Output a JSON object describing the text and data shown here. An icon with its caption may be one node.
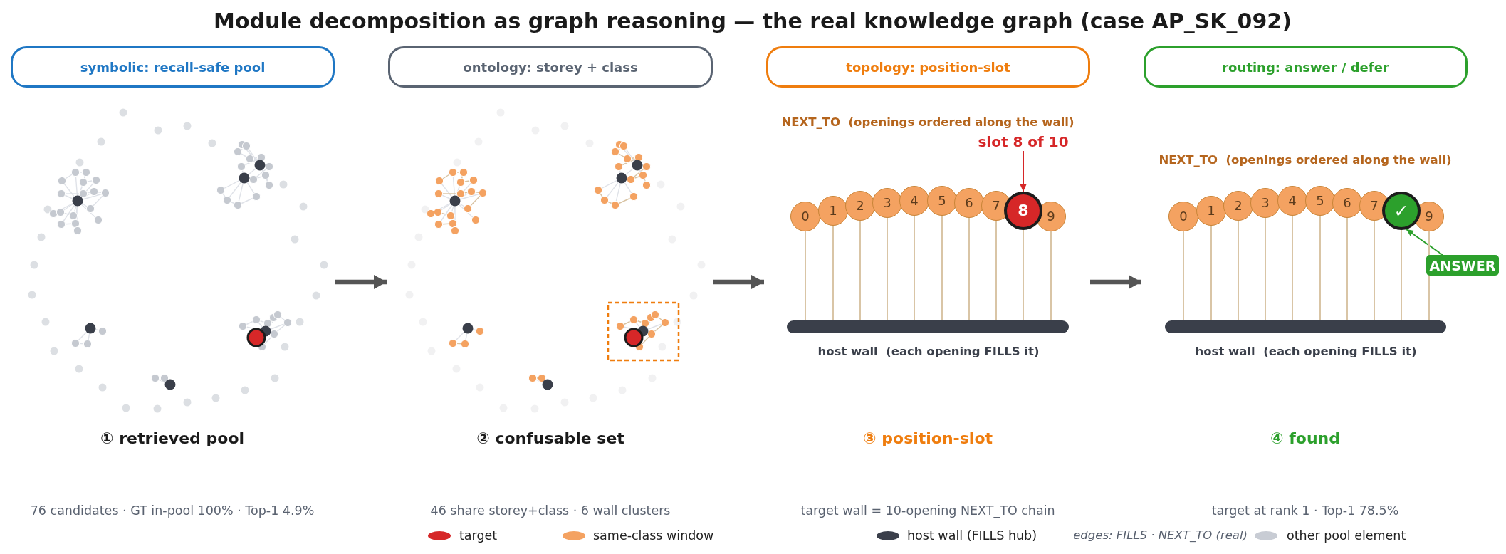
{
  "diagram": {
    "title": "Module decomposition as graph reasoning — the real knowledge graph (case AP_SK_092)",
    "nodes": [
      {
        "text": [
          "symbolic: recall-safe pool"
        ]
      },
      {
        "text": [
          "ontology: storey + class"
        ]
      },
      {
        "text": [
          "topology: position-slot"
        ]
      },
      {
        "text": [
          "routing: answer / defer"
        ]
      },
      {
        "text": [],
        "shape": "picture",
        "beside": [
          "① retrieved pool"
        ]
      },
      {
        "text": [],
        "shape": "picture",
        "beside": [
          "② confusable set"
        ]
      },
      {
        "text": [],
        "shape": "picture"
      },
      {
        "text": [
          "slot 8 of 10"
        ],
        "in": 6
      },
      {
        "text": [
          "0"
        ],
        "in": 6
      },
      {
        "text": [
          "1"
        ],
        "in": 6
      },
      {
        "text": [
          "2"
        ],
        "in": 6
      },
      {
        "text": [
          "3"
        ],
        "in": 6
      },
      {
        "text": [
          "4"
        ],
        "in": 6
      },
      {
        "text": [
          "5"
        ],
        "in": 6
      },
      {
        "text": [
          "6"
        ],
        "in": 6
      },
      {
        "text": [
          "7"
        ],
        "in": 6
      },
      {
        "text": [
          "8"
        ],
        "in": 6
      },
      {
        "text": [
          "9"
        ],
        "in": 6
      },
      {
        "text": [],
        "shape": "bar",
        "in": 6,
        "beside": [
          "host wall  (each opening FILLS it)"
        ]
      },
      {
        "text": [],
        "shape": "picture"
      },
      {
        "text": [
          "0"
        ],
        "in": 19
      },
      {
        "text": [
          "1"
        ],
        "in": 19
      },
      {
        "text": [
          "2"
        ],
        "in": 19
      },
      {
        "text": [
          "3"
        ],
        "in": 19
      },
      {
        "text": [
          "4"
        ],
        "in": 19
      },
      {
        "text": [
          "5"
        ],
        "in": 19
      },
      {
        "text": [
          "6"
        ],
        "in": 19
      },
      {
        "text": [
          "7"
        ],
        "in": 19
      },
      {
        "text": [
          "✓"
        ],
        "in": 19
      },
      {
        "text": [
          "9"
        ],
        "in": 19
      },
      {
        "text": [
          "ANSWER"
        ],
        "in": 19
      },
      {
        "text": [],
        "shape": "bar",
        "in": 19,
        "beside": [
          "host wall  (each opening FILLS it)"
        ]
      }
    ],
    "edges": [
      {
        "from": 4,
        "to": 5,
        "arrow": "to",
        "style": "thick",
        "color": "#555555"
      },
      {
        "from": 5,
        "to": 6,
        "arrow": "to",
        "style": "thick",
        "color": "#555555"
      },
      {
        "from": 6,
        "to": 19,
        "arrow": "to",
        "style": "thick",
        "color": "#555555"
      },
      {
        "from": 7,
        "to": 16,
        "arrow": "to",
        "color": "#d62728"
      },
      {
        "from": 8,
        "to": 18,
        "arrow": "none"
      },
      {
        "from": 9,
        "to": 18,
        "arrow": "none"
      },
      {
        "from": 10,
        "to": 18,
        "arrow": "none"
      },
      {
        "from": 11,
        "to": 18,
        "arrow": "none"
      },
      {
        "from": 12,
        "to": 18,
        "arrow": "none"
      },
      {
        "from": 13,
        "to": 18,
        "arrow": "none"
      },
      {
        "from": 14,
        "to": 18,
        "arrow": "none"
      },
      {
        "from": 15,
        "to": 18,
        "arrow": "none"
      },
      {
        "from": 16,
        "to": 18,
        "arrow": "none"
      },
      {
        "from": 17,
        "to": 18,
        "arrow": "none"
      },
      {
        "from": 30,
        "to": 28,
        "arrow": "to",
        "color": "#2ca02c"
      },
      {
        "from": 20,
        "to": 31,
        "arrow": "none"
      },
      {
        "from": 21,
        "to": 31,
        "arrow": "none"
      },
      {
        "from": 22,
        "to": 31,
        "arrow": "none"
      },
      {
        "from": 23,
        "to": 31,
        "arrow": "none"
      },
      {
        "from": 24,
        "to": 31,
        "arrow": "none"
      },
      {
        "from": 25,
        "to": 31,
        "arrow": "none"
      },
      {
        "from": 26,
        "to": 31,
        "arrow": "none"
      },
      {
        "from": 27,
        "to": 31,
        "arrow": "none"
      },
      {
        "from": 28,
        "to": 31,
        "arrow": "none"
      },
      {
        "from": 29,
        "to": 31,
        "arrow": "none"
      }
    ],
    "labels": [
      "NEXT_TO  (openings ordered along the wall)",
      "NEXT_TO  (openings ordered along the wall)",
      "③ position-slot",
      "④ found",
      "76 candidates · GT in-pool 100% · Top-1 4.9%",
      "46 share storey+class · 6 wall clusters",
      "target wall = 10-opening NEXT_TO chain",
      "target at rank 1 · Top-1 78.5%",
      "edges: FILLS · NEXT_TO (real)"
    ],
    "legend": [
      {
        "text": "target",
        "color": "#d62728"
      },
      {
        "text": "same-class window",
        "color": "#f4a261"
      },
      {
        "text": "host wall (FILLS hub)",
        "color": "#3a3f4a"
      },
      {
        "text": "other pool element",
        "color": "#c8ccd4"
      }
    ]
  }
}
